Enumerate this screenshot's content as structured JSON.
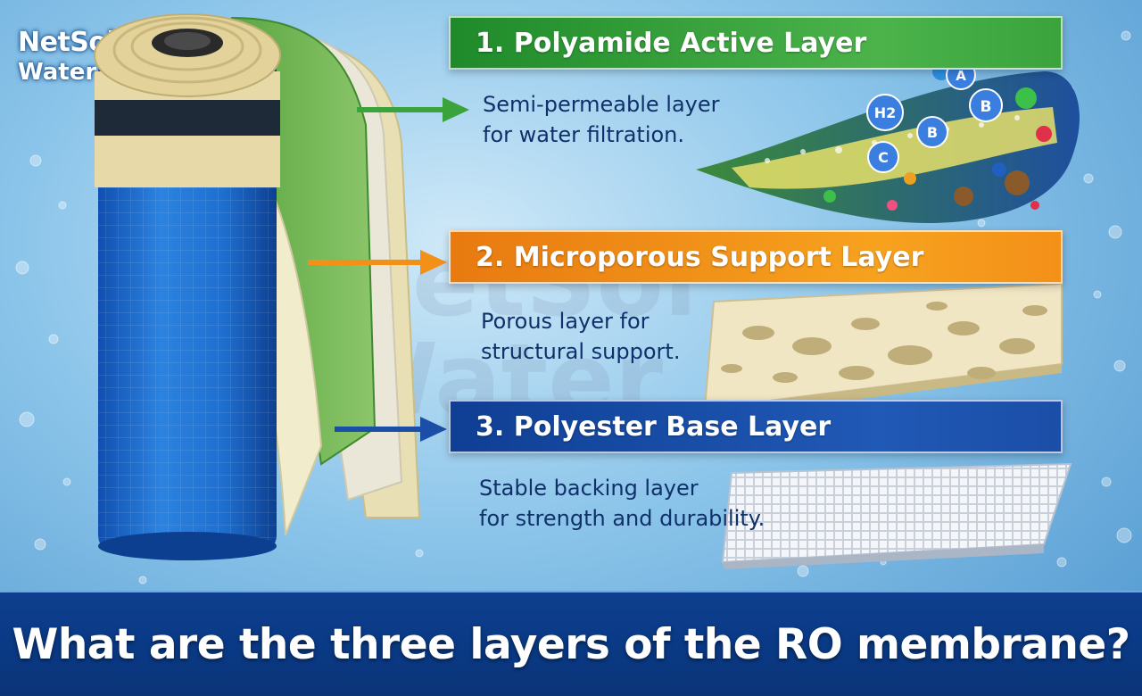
{
  "brand": {
    "name_line1": "NetSol",
    "name_line2": "Water",
    "registered_mark": "®",
    "icon": "water-drop-icon"
  },
  "layers": [
    {
      "title": "1. Polyamide Active Layer",
      "description_line1": "Semi-permeable layer",
      "description_line2": "for water filtration.",
      "color": "#3aa33c"
    },
    {
      "title": "2. Microporous Support Layer",
      "description_line1": "Porous layer for",
      "description_line2": "structural support.",
      "color": "#f39018"
    },
    {
      "title": "3. Polyester Base Layer",
      "description_line1": "Stable backing layer",
      "description_line2": "for strength and durability.",
      "color": "#1b4ea7"
    }
  ],
  "molecule_labels": [
    "H2",
    "A",
    "B",
    "B",
    "C"
  ],
  "footer": {
    "question": "What are the three layers of the RO membrane?"
  },
  "colors": {
    "background": "#8cc5ea",
    "membrane_roll": "#1e6fd0",
    "footer_band": "#0a3a86",
    "description_text": "#10306a"
  }
}
